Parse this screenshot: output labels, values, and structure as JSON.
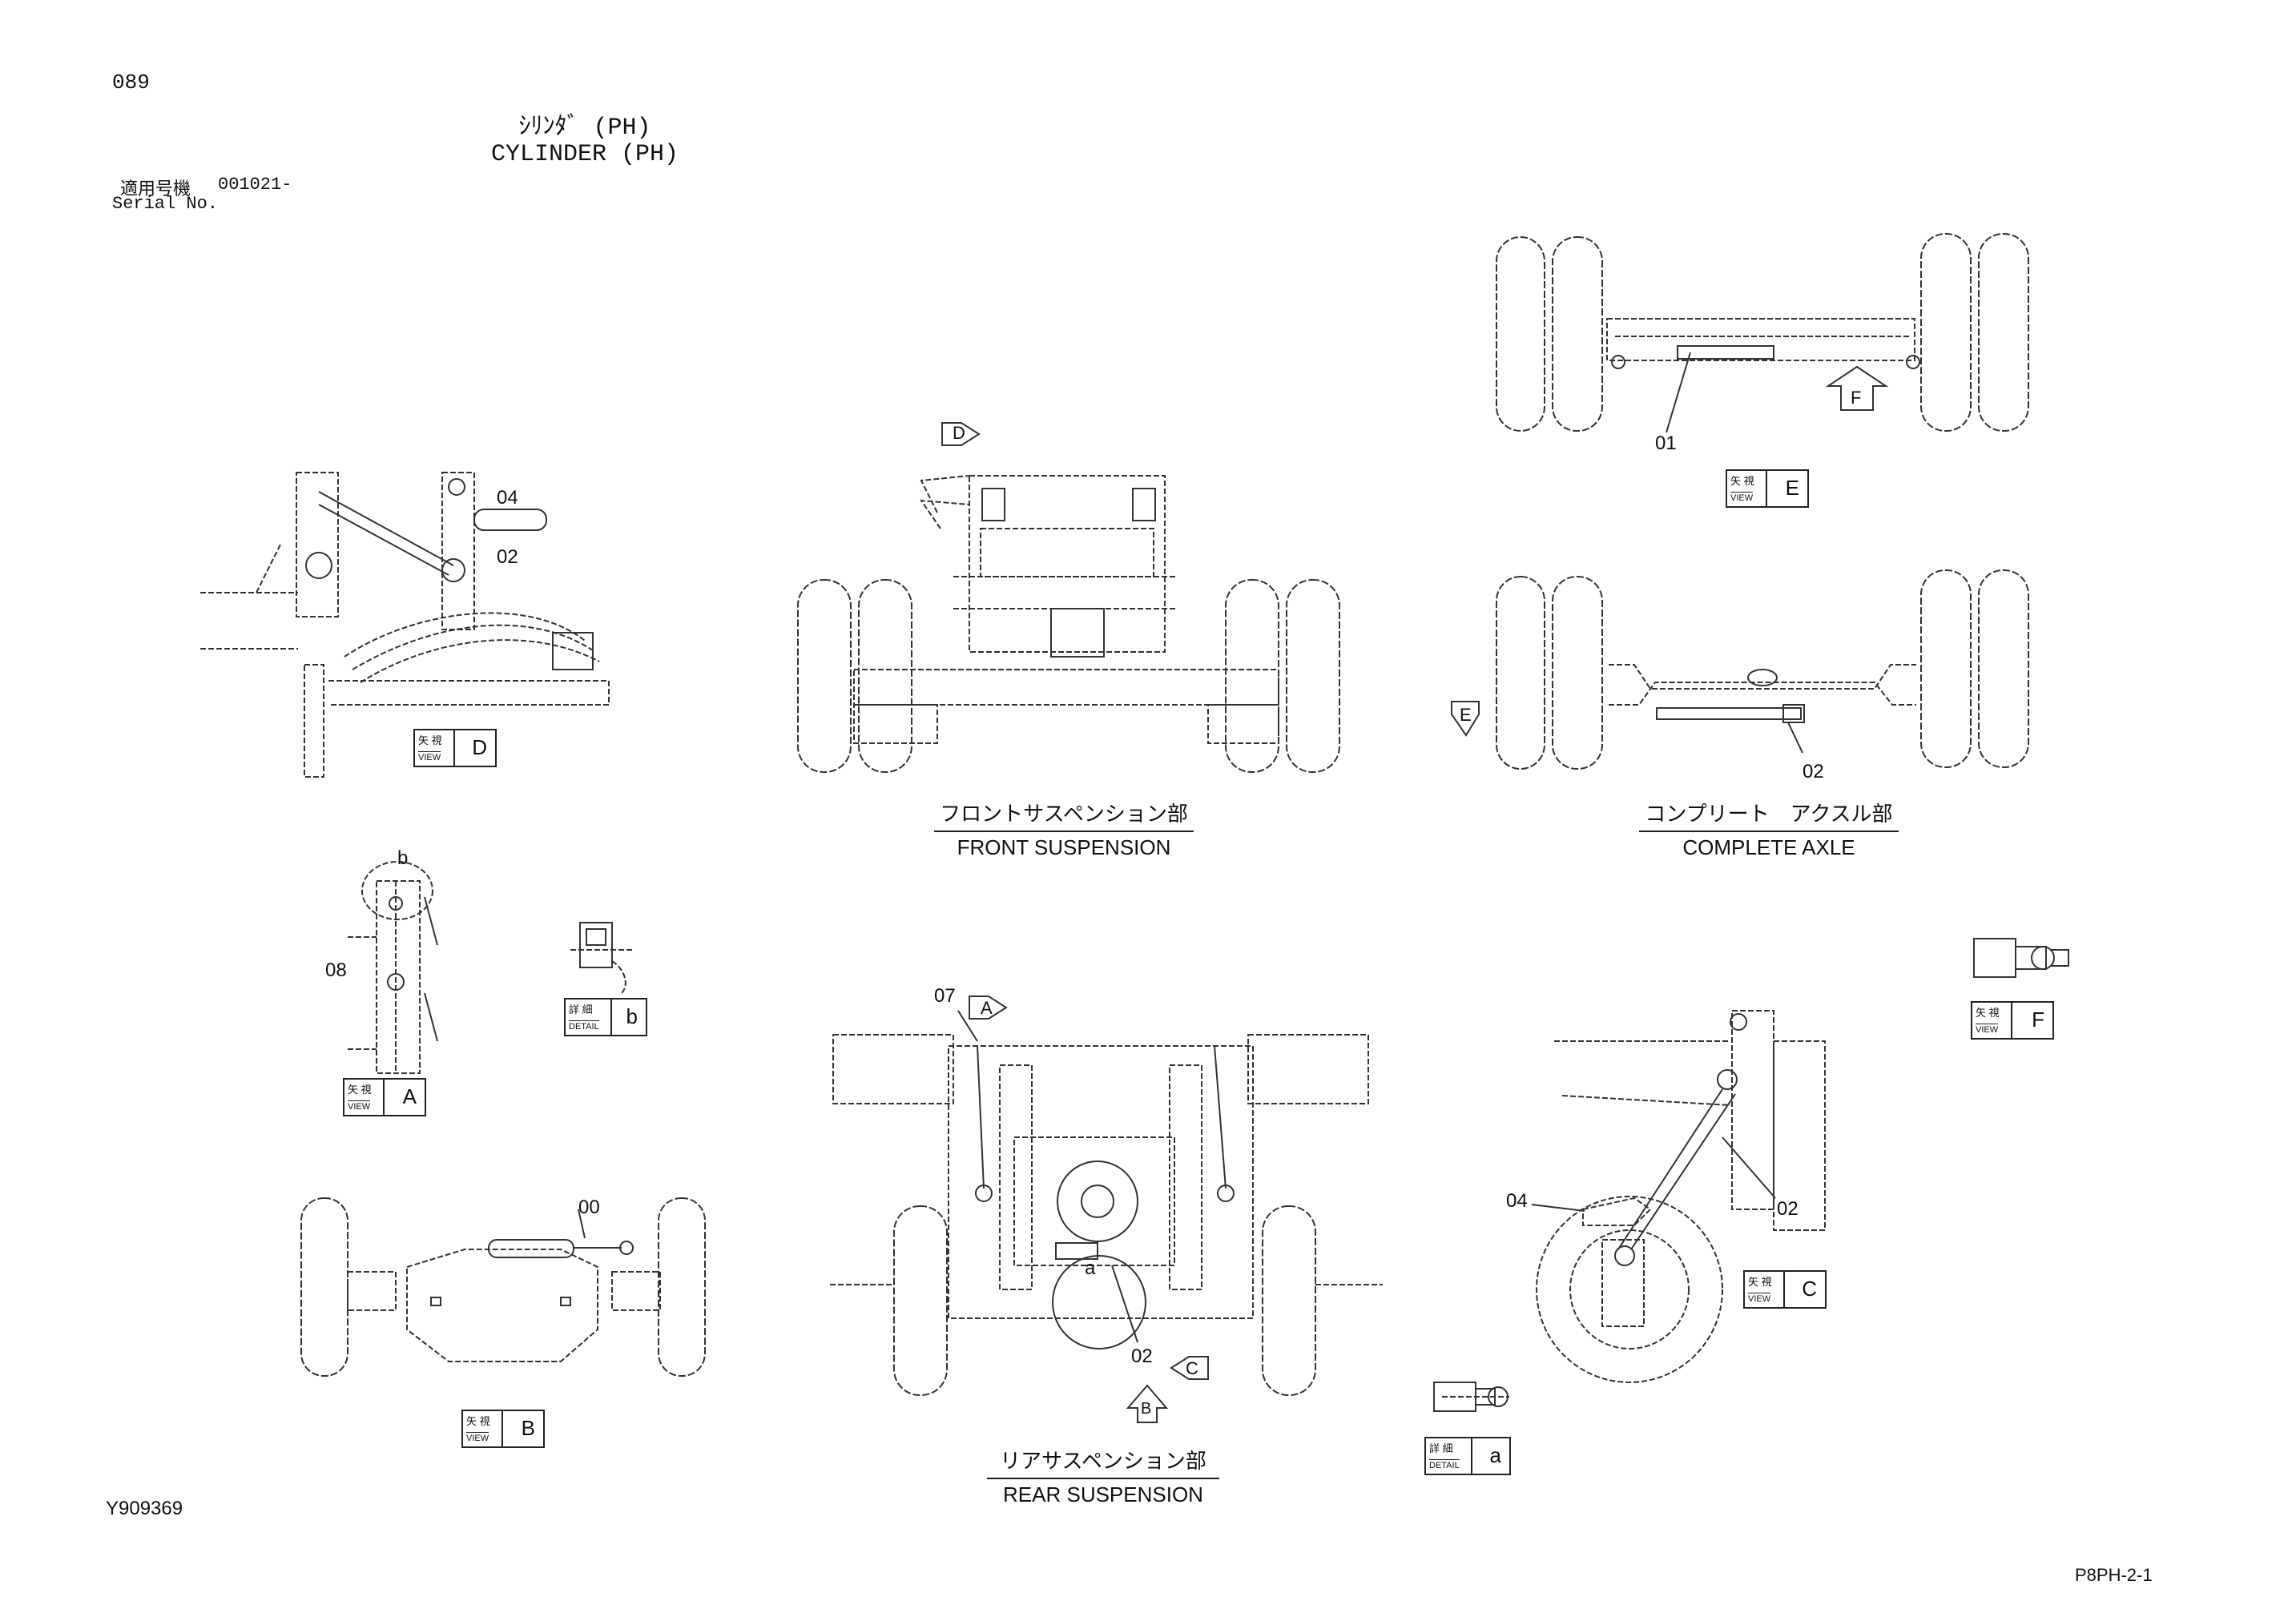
{
  "header": {
    "page_no": "089",
    "title_jp": "ｼﾘﾝﾀﾞ (PH)",
    "title_en": "CYLINDER (PH)",
    "serial_label_jp": "適用号機",
    "serial_value": "001021-",
    "serial_label_en": "Serial No."
  },
  "sections": {
    "front": {
      "jp": "フロントサスペンション部",
      "en": "FRONT SUSPENSION"
    },
    "axle": {
      "jp": "コンプリート　アクスル部",
      "en": "COMPLETE AXLE"
    },
    "rear": {
      "jp": "リアサスペンション部",
      "en": "REAR SUSPENSION"
    }
  },
  "view_labels": {
    "view_jp": "矢 視",
    "view_en": "VIEW",
    "detail_jp": "詳 細",
    "detail_en": "DETAIL"
  },
  "views": {
    "A": "A",
    "B": "B",
    "C": "C",
    "D": "D",
    "E": "E",
    "F": "F",
    "detail_a": "a",
    "detail_b": "b"
  },
  "arrows": {
    "A": "A",
    "B": "B",
    "C": "C",
    "D": "D",
    "E": "E",
    "F": "F"
  },
  "callouts": {
    "viewD_04": "04",
    "viewD_02": "02",
    "viewE_01": "01",
    "axle_02": "02",
    "viewA_08": "08",
    "viewA_b": "b",
    "viewB_00": "00",
    "rear_07": "07",
    "rear_02": "02",
    "rear_a": "a",
    "viewC_04": "04",
    "viewC_02": "02"
  },
  "footer": {
    "drawing_no": "Y909369",
    "page_ref": "P8PH-2-1"
  }
}
